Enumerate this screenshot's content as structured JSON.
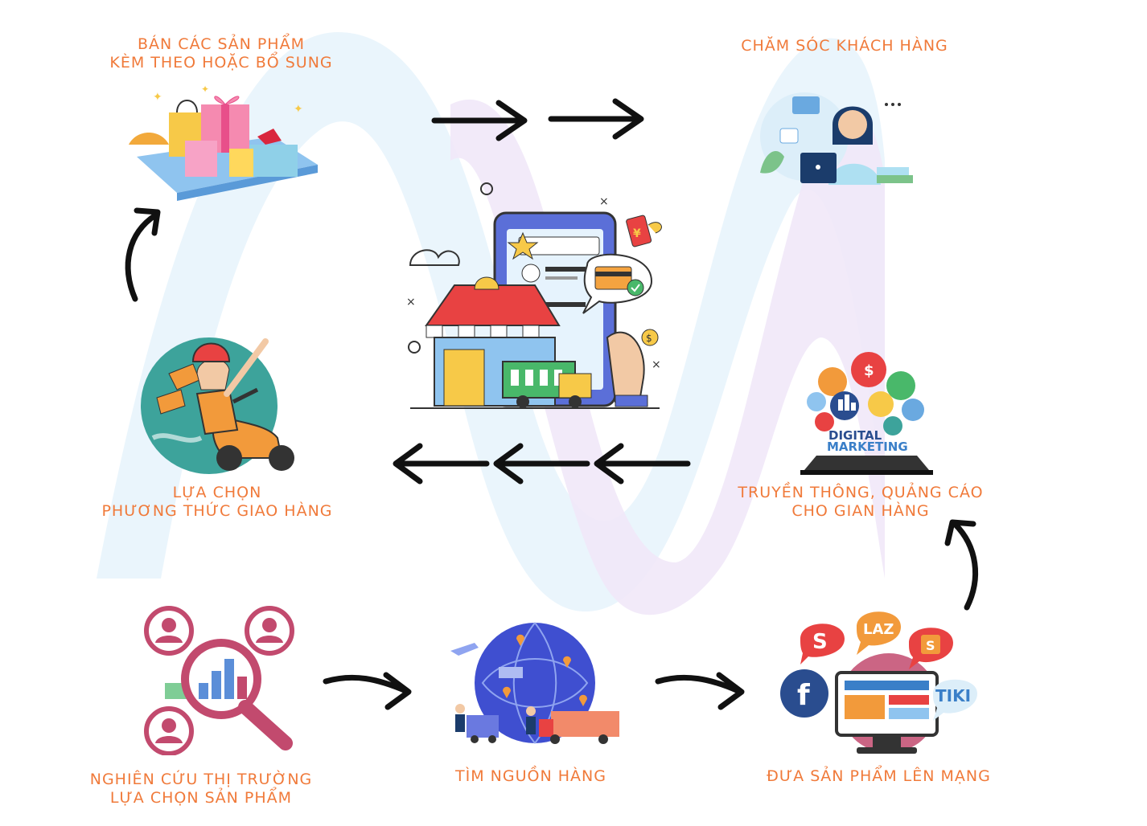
{
  "colors": {
    "label": "#f07a3a",
    "arrow": "#111111",
    "wave_blue": "#eaf5fc",
    "wave_purple": "#f1e8f8"
  },
  "steps": {
    "sell_bundle": {
      "line1": "BÁN CÁC SẢN PHẨM",
      "line2": "KÈM THEO HOẶC BỔ SUNG"
    },
    "customer_care": {
      "line1": "CHĂM SÓC KHÁCH HÀNG"
    },
    "delivery": {
      "line1": "LỰA CHỌN",
      "line2": "PHƯƠNG THỨC GIAO HÀNG"
    },
    "marketing": {
      "line1": "TRUYỀN THÔNG, QUẢNG CÁO",
      "line2": "CHO GIAN HÀNG"
    },
    "research": {
      "line1": "NGHIÊN CỨU THỊ TRƯỜNG",
      "line2": "LỰA CHỌN SẢN PHẨM"
    },
    "sourcing": {
      "line1": "TÌM NGUỒN HÀNG"
    },
    "online": {
      "line1": "ĐƯA SẢN PHẨM LÊN MẠNG"
    }
  },
  "icon_text": {
    "digital": "DIGITAL",
    "marketing": "MARKETING",
    "laz": "LAZ",
    "tiki": "TIKI",
    "shopee": "S",
    "facebook": "f",
    "sendo": "S",
    "yen": "¥",
    "dollar": "$"
  }
}
